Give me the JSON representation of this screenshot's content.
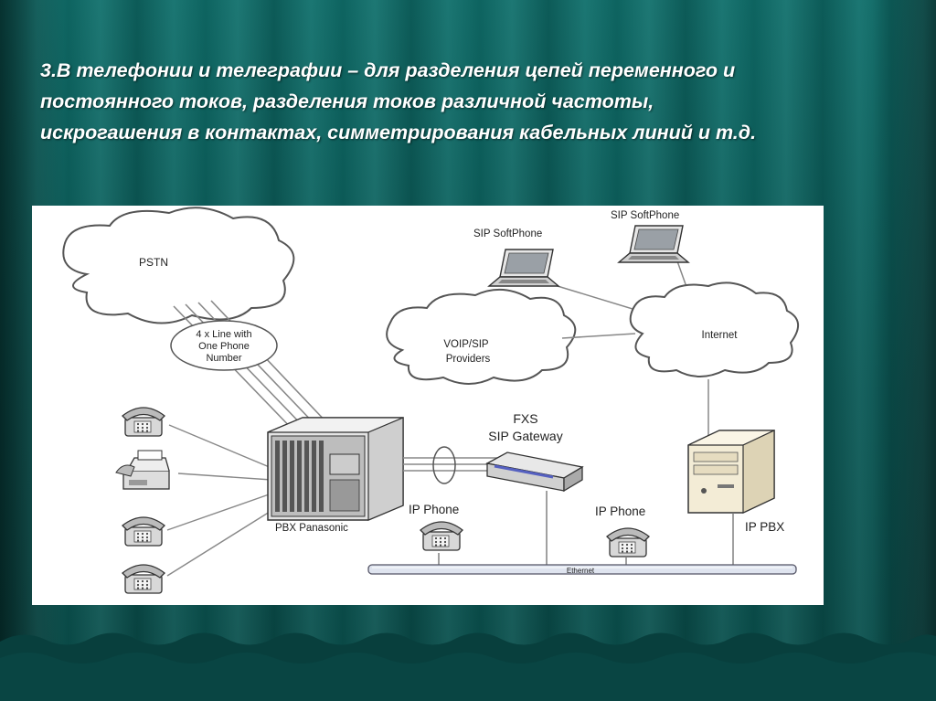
{
  "slide": {
    "title_lines": [
      "3.В телефонии и телеграфии – для разделения цепей переменного и",
      "постоянного токов, разделения токов различной частоты,",
      "искрогашения в контактах, симметрирования кабельных линий и т.д."
    ]
  },
  "diagram": {
    "pstn": "PSTN",
    "line_bundle": [
      "4 x Line with",
      "One Phone",
      "Number"
    ],
    "voip_line1": "VOIP/SIP",
    "voip_line2": "Providers",
    "internet": "Internet",
    "softphone1": "SIP SoftPhone",
    "softphone2": "SIP SoftPhone",
    "fxs_line1": "FXS",
    "fxs_line2": "SIP Gateway",
    "pbx_panasonic": "PBX Panasonic",
    "ip_phone1": "IP Phone",
    "ip_phone2": "IP Phone",
    "ip_pbx": "IP PBX",
    "ethernet": "Ethernet"
  },
  "colors": {
    "background": "#0d5d5a",
    "title_text": "#ffffff"
  }
}
